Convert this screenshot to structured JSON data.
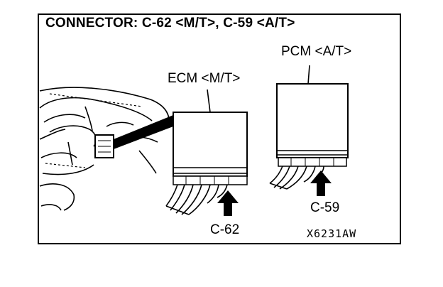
{
  "title": "CONNECTOR: C-62 <M/T>, C-59 <A/T>",
  "labels": {
    "ecm": "ECM <M/T>",
    "pcm": "PCM <A/T>",
    "c62": "C-62",
    "c59": "C-59"
  },
  "figure_code": "X6231AW"
}
